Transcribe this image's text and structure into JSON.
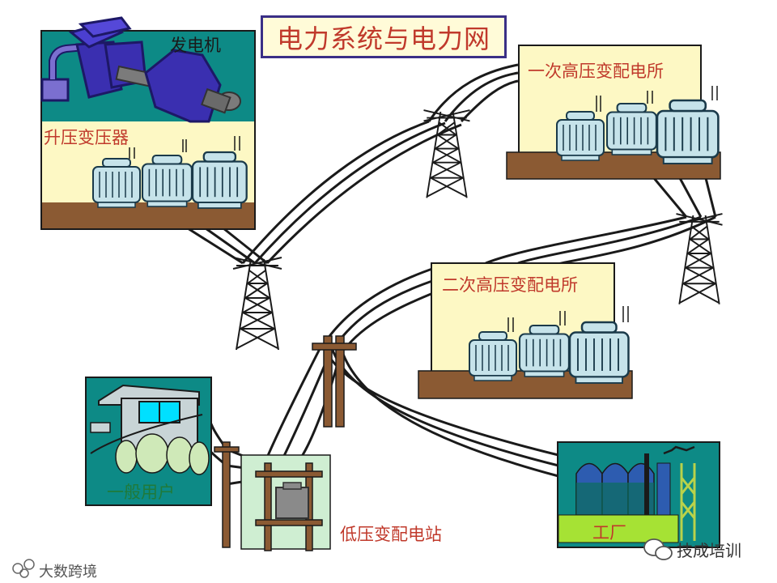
{
  "title": "电力系统与电力网",
  "labels": {
    "generator": "发电机",
    "step_up": "升压变压器",
    "primary_sub": "一次高压变配电所",
    "secondary_sub": "二次高压变配电所",
    "lv_station": "低压变配电站",
    "household": "一般用户",
    "factory": "工厂"
  },
  "watermarks": {
    "left": "大数跨境",
    "right": "技成培训"
  },
  "colors": {
    "title_text": "#c0392b",
    "title_border": "#3a2f86",
    "teal_panel": "#0d8a86",
    "cream": "#fdf8c4",
    "ground": "#8b5a33",
    "transformer": "#c6e3ea",
    "line": "#1a1a1a",
    "pole": "#8b5a33"
  }
}
